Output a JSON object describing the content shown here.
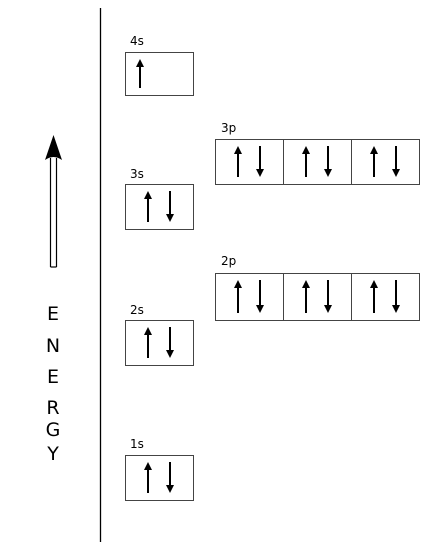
{
  "energy_axis": {
    "letters": [
      "E",
      "N",
      "E",
      "R",
      "G",
      "Y"
    ]
  },
  "subshells": [
    {
      "label": "4s",
      "orbitals": [
        [
          "up"
        ]
      ]
    },
    {
      "label": "3p",
      "orbitals": [
        [
          "up",
          "down"
        ],
        [
          "up",
          "down"
        ],
        [
          "up",
          "down"
        ]
      ]
    },
    {
      "label": "3s",
      "orbitals": [
        [
          "up",
          "down"
        ]
      ]
    },
    {
      "label": "2p",
      "orbitals": [
        [
          "up",
          "down"
        ],
        [
          "up",
          "down"
        ],
        [
          "up",
          "down"
        ]
      ]
    },
    {
      "label": "2s",
      "orbitals": [
        [
          "up",
          "down"
        ]
      ]
    },
    {
      "label": "1s",
      "orbitals": [
        [
          "up",
          "down"
        ]
      ]
    }
  ],
  "colors": {
    "line": "#000000",
    "box_border": "#444444",
    "background": "#ffffff"
  }
}
